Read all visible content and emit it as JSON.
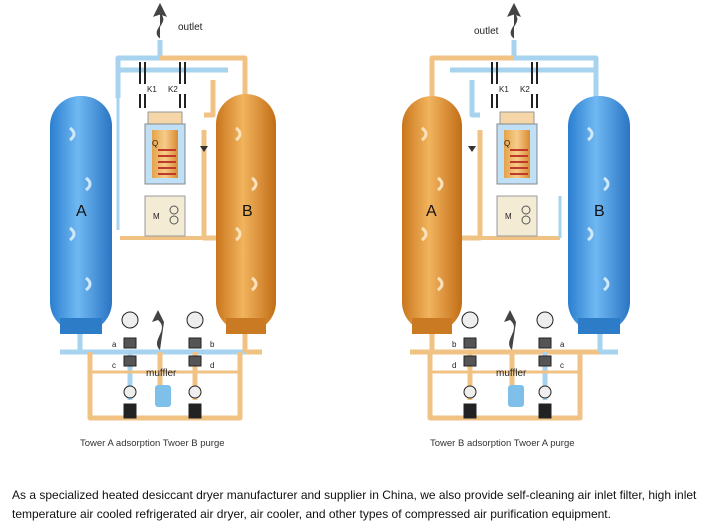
{
  "diagrams": [
    {
      "outlet_label": "outlet",
      "k1_label": "K1",
      "k2_label": "K2",
      "heater_label": "Q",
      "motor_label": "M",
      "tower_left_label": "A",
      "tower_right_label": "B",
      "muffler_label": "muffler",
      "valve_labels": [
        "a",
        "b",
        "c",
        "d"
      ],
      "caption": "Tower A adsorption Twoer B purge"
    },
    {
      "outlet_label": "outlet",
      "k1_label": "K1",
      "k2_label": "K2",
      "heater_label": "Q",
      "motor_label": "M",
      "tower_left_label": "A",
      "tower_right_label": "B",
      "muffler_label": "muffler",
      "valve_labels": [
        "b",
        "a",
        "d",
        "c"
      ],
      "caption": "Tower B adsorption Twoer A purge"
    }
  ],
  "description": "As a specialized heated desiccant dryer manufacturer and supplier in China, we also provide self-cleaning air inlet filter, high inlet temperature air cooled refrigerated air dryer, air cooler, and other types of compressed air purification equipment.",
  "colors": {
    "blue": "#3a8fd8",
    "orange": "#e0922a",
    "pipe_blue": "#a8d3ee",
    "pipe_orange": "#f0c384"
  }
}
